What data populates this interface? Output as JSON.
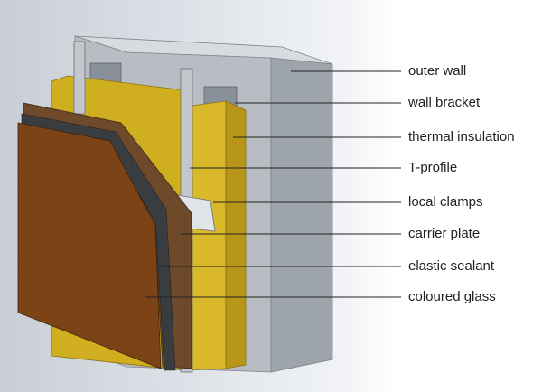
{
  "labels": [
    "outer wall",
    "wall bracket",
    "thermal insulation",
    "T-profile",
    "local clamps",
    "carrier plate",
    "elastic sealant",
    "coloured glass"
  ],
  "colors": {
    "wall": "#b8bdc4",
    "insulation": "#d9b82a",
    "profile": "#c3c7cc",
    "bracket": "#8a9099",
    "carrier": "#6f4a2a",
    "sealant": "#3a3d40",
    "glass": "#7b4316",
    "leader": "#222222"
  }
}
